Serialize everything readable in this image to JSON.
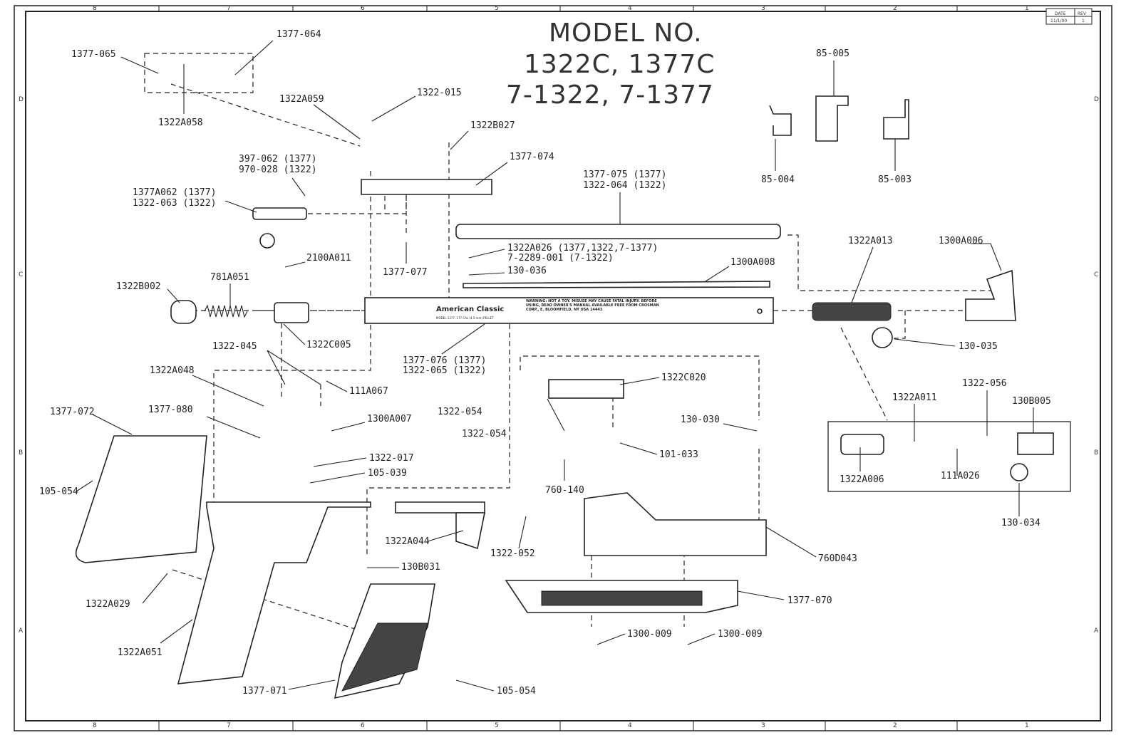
{
  "title": {
    "line1": "MODEL NO.",
    "line2": "1322C, 1377C",
    "line3": "7-1322, 7-1377"
  },
  "revision_block": {
    "date_header": "DATE",
    "rev_header": "REV",
    "date_value": "11/1/00",
    "rev_value": "1"
  },
  "zones": {
    "columns": [
      "8",
      "7",
      "6",
      "5",
      "4",
      "3",
      "2",
      "1"
    ],
    "rows": [
      "D",
      "C",
      "B",
      "A"
    ]
  },
  "barrel_marking": {
    "brand": "American Classic",
    "model_line": "MODEL 1377 .177 CAL (4.5 mm) PELLET",
    "warning": "WARNING: NOT A TOY. MISUSE MAY CAUSE FATAL INJURY. BEFORE USING, READ OWNER'S MANUAL AVAILABLE FREE FROM CROSMAN CORP., E. BLOOMFIELD, NY USA 14443"
  },
  "labels": [
    "1377-064",
    "1377-065",
    "1322A058",
    "1322A059",
    "1322-015",
    "1322B027",
    "1377-074",
    "397-062 (1377)",
    "970-028 (1322)",
    "1377A062 (1377)",
    "1322-063 (1322)",
    "85-005",
    "85-004",
    "85-003",
    "1377-075 (1377)",
    "1322-064 (1322)",
    "1322A026 (1377,1322,7-1377)",
    "7-2289-001 (7-1322)",
    "130-036",
    "1377-077",
    "1322A013",
    "1300A006",
    "1300A008",
    "2100A011",
    "781A051",
    "1322B002",
    "1322C005",
    "130-035",
    "1322-045",
    "1377-076 (1377)",
    "1322-065 (1322)",
    "1322A048",
    "111A067",
    "1322C020",
    "1322-056",
    "1322A011",
    "130B005",
    "1377-072",
    "1377-080",
    "1322-054",
    "1300A007",
    "130-030",
    "1322-054",
    "101-033",
    "1322-017",
    "105-039",
    "1322A006",
    "111A026",
    "105-054",
    "760-140",
    "130-034",
    "1322A044",
    "1322-052",
    "760D043",
    "130B031",
    "1377-070",
    "1322A029",
    "1300-009",
    "1300-009",
    "1322A051",
    "1377-071",
    "105-054"
  ]
}
